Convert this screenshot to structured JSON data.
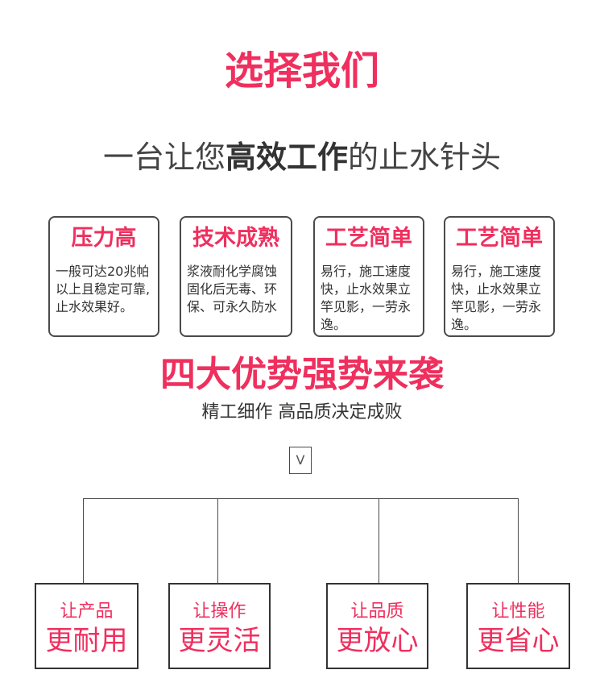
{
  "title": "选择我们",
  "subtitle": {
    "pre": "一台让您",
    "bold": "高效工作",
    "post": "的止水针头"
  },
  "features": [
    {
      "title": "压力高",
      "text": "一般可达20兆帕以上且稳定可靠,止水效果好。"
    },
    {
      "title": "技术成熟",
      "text": "浆液耐化学腐蚀固化后无毒、环保、可永久防水"
    },
    {
      "title": "工艺简单",
      "text": "易行，施工速度快，止水效果立竿见影，一劳永逸。"
    },
    {
      "title": "工艺简单",
      "text": "易行，施工速度快，止水效果立竿见影，一劳永逸。"
    }
  ],
  "headline": "四大优势强势来袭",
  "tagline": "精工细作 高品质决定成败",
  "down_symbol": "V",
  "benefits": [
    {
      "small": "让产品",
      "big": "更耐用"
    },
    {
      "small": "让操作",
      "big": "更灵活"
    },
    {
      "small": "让品质",
      "big": "更放心"
    },
    {
      "small": "让性能",
      "big": "更省心"
    }
  ],
  "colors": {
    "accent": "#ef2f5e",
    "text": "#333333",
    "border": "#4a4a4a"
  }
}
